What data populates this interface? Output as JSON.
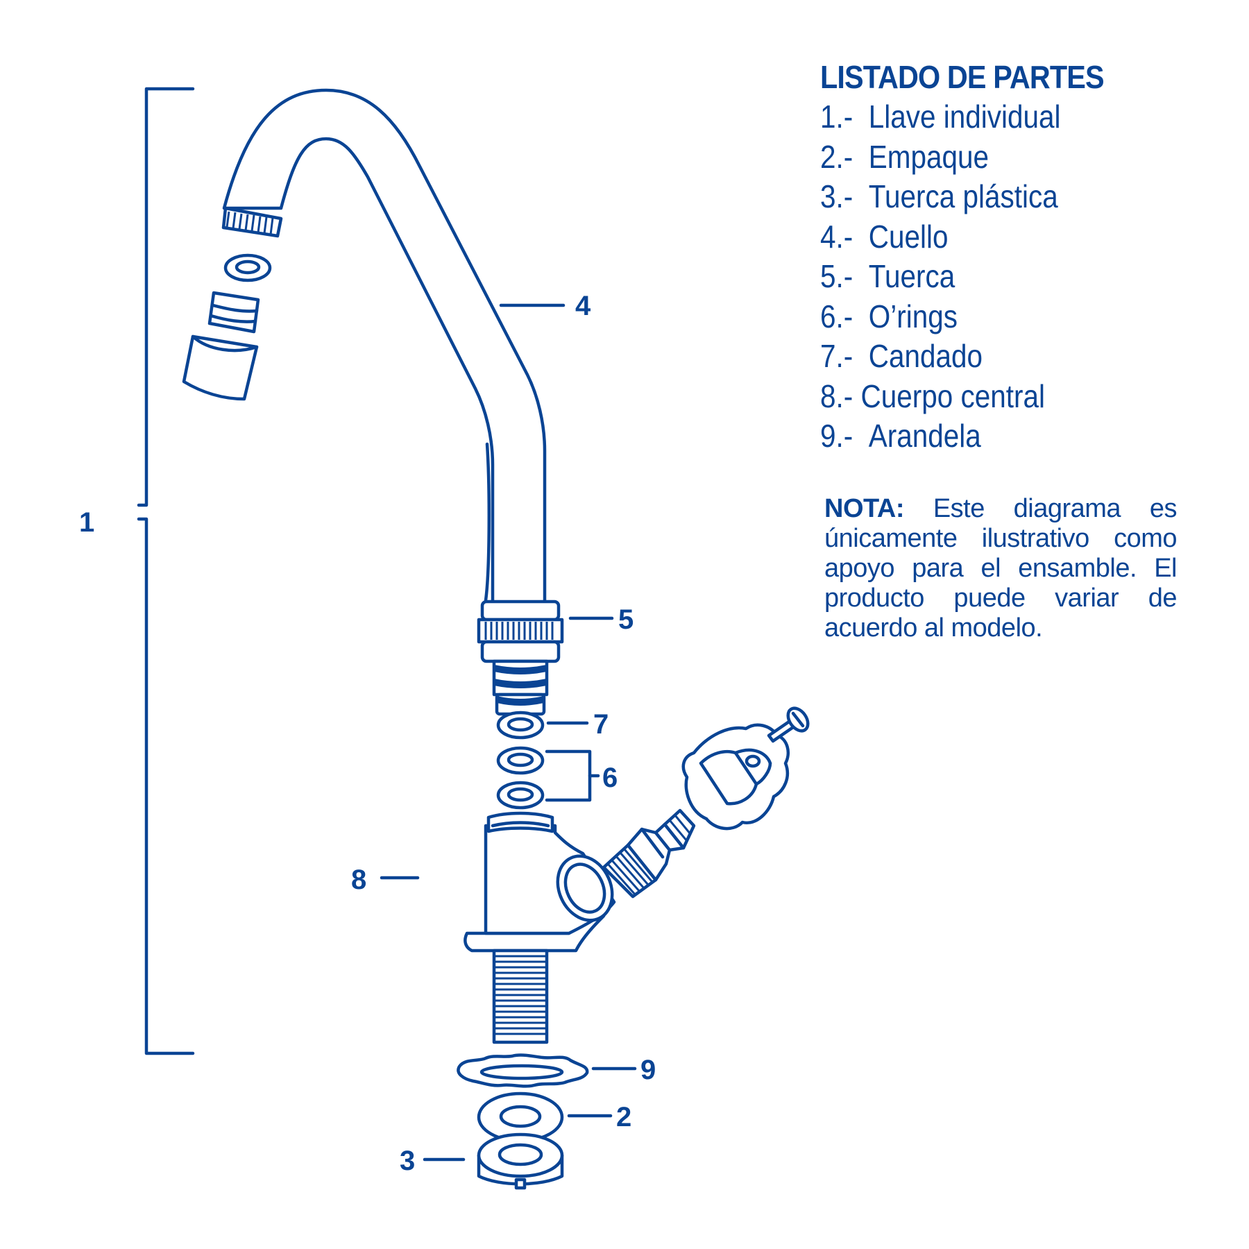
{
  "parts_list": {
    "title": "LISTADO DE PARTES",
    "items": [
      {
        "number": "1.-",
        "label": "Llave individual"
      },
      {
        "number": "2.-",
        "label": "Empaque"
      },
      {
        "number": "3.-",
        "label": "Tuerca plástica"
      },
      {
        "number": "4.-",
        "label": "Cuello"
      },
      {
        "number": "5.-",
        "label": "Tuerca"
      },
      {
        "number": "6.-",
        "label": "O’rings"
      },
      {
        "number": "7.-",
        "label": "Candado"
      },
      {
        "number": "8.-",
        "label": "Cuerpo central"
      },
      {
        "number": "9.-",
        "label": "Arandela"
      }
    ]
  },
  "note": {
    "label": "NOTA:",
    "text": "Este diagrama es únicamente ilustrativo como apoyo para el ensamble. El producto puede variar de acuerdo al modelo."
  },
  "callouts": {
    "c1": "1",
    "c2": "2",
    "c3": "3",
    "c4": "4",
    "c5": "5",
    "c6": "6",
    "c7": "7",
    "c8": "8",
    "c9": "9"
  },
  "colors": {
    "ink": "#0a4494",
    "background": "#ffffff"
  }
}
